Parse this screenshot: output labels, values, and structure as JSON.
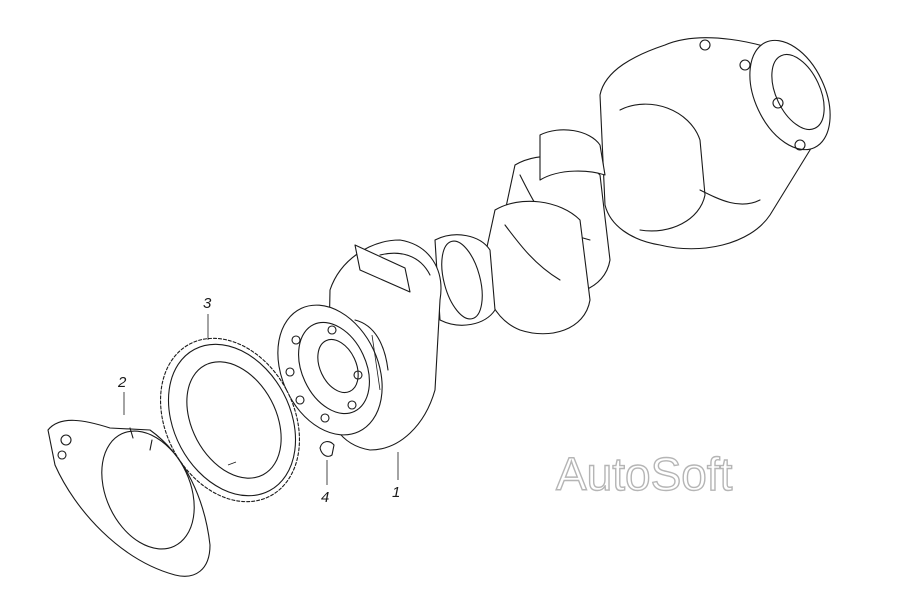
{
  "callouts": [
    {
      "number": "1"
    },
    {
      "number": "2"
    },
    {
      "number": "3"
    },
    {
      "number": "4"
    }
  ],
  "watermark": "AutoSoft",
  "colors": {
    "line": "#1a1a1a",
    "watermark_outline": "#b5b5b5",
    "background": "#ffffff"
  }
}
